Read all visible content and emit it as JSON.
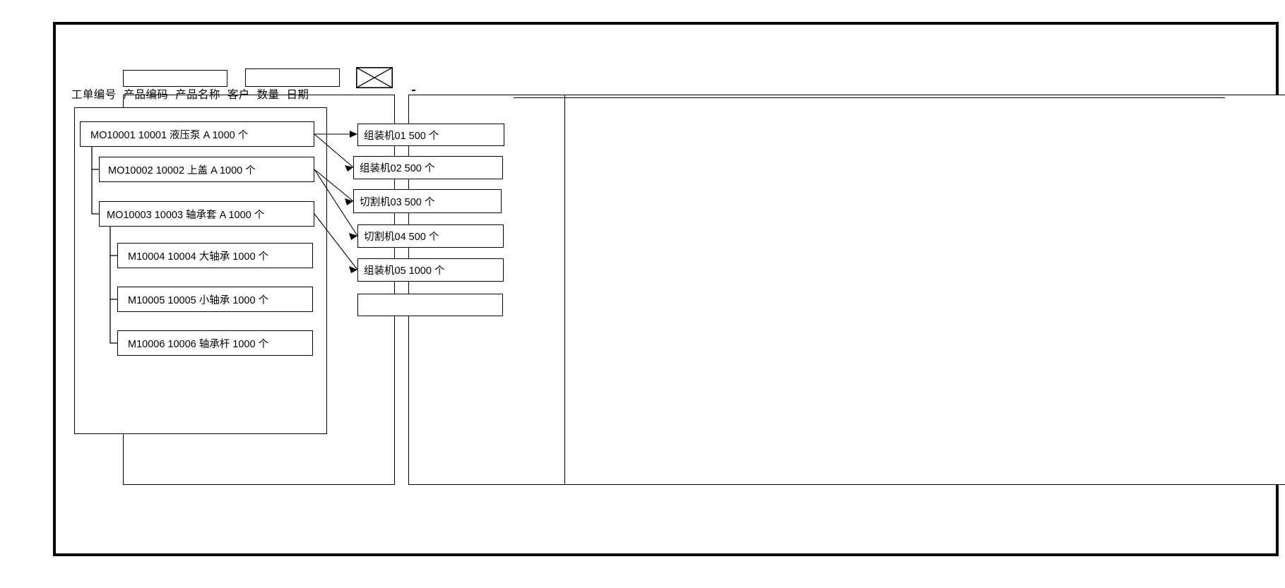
{
  "toolbar": {
    "input_one": "",
    "input_two": "",
    "close_icon_name": "x-box-icon"
  },
  "left_panel": {
    "columns": [
      "工单编号",
      "产品编码",
      "产品名称",
      "客户",
      "数量",
      "日期"
    ],
    "rows": [
      {
        "order": "MO10001",
        "code": "10001",
        "name": "液压泵",
        "customer": "A",
        "qty": "1000",
        "unit": "个",
        "level": 0
      },
      {
        "order": "MO10002",
        "code": "10002",
        "name": "上盖",
        "customer": "A",
        "qty": "1000",
        "unit": "个",
        "level": 1
      },
      {
        "order": "MO10003",
        "code": "10003",
        "name": "轴承套",
        "customer": "A",
        "qty": "1000",
        "unit": "个",
        "level": 1
      },
      {
        "order": "M10004",
        "code": "10004",
        "name": "大轴承",
        "customer": "",
        "qty": "1000",
        "unit": "个",
        "level": 2
      },
      {
        "order": "M10005",
        "code": "10005",
        "name": "小轴承",
        "customer": "",
        "qty": "1000",
        "unit": "个",
        "level": 2
      },
      {
        "order": "M10006",
        "code": "10006",
        "name": "轴承杆",
        "customer": "",
        "qty": "1000",
        "unit": "个",
        "level": 2
      }
    ],
    "row_texts": [
      "MO10001    10001   液压泵   A    1000  个",
      "MO10002  10002   上盖   A   1000   个",
      "MO10003  10003   轴承套 A    1000    个",
      "M10004 10004  大轴承  1000   个",
      "M10005  10005  小轴承  1000   个",
      "M10006  10006  轴承杆  1000   个"
    ]
  },
  "mid_panel": {
    "rows": [
      {
        "machine": "组装机01",
        "qty": "500",
        "unit": "个",
        "text": "组装机01    500  个"
      },
      {
        "machine": "组装机02",
        "qty": "500",
        "unit": "个",
        "text": "组装机02    500  个"
      },
      {
        "machine": "切割机03",
        "qty": "500",
        "unit": "个",
        "text": "切割机03   500  个"
      },
      {
        "machine": "切割机04",
        "qty": "500",
        "unit": "个",
        "text": "切割机04  500  个"
      },
      {
        "machine": "组装机05",
        "qty": "1000",
        "unit": "个",
        "text": "组装机05   1000 个"
      },
      {
        "machine": "",
        "qty": "",
        "unit": "",
        "text": ""
      }
    ]
  },
  "right_panel": {
    "header_text": "",
    "body_text": ""
  },
  "colors": {
    "line": "#000000",
    "background": "#ffffff"
  }
}
